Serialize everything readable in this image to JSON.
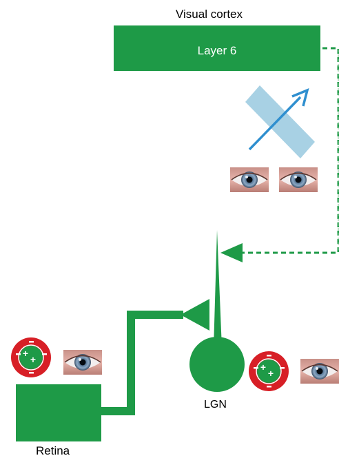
{
  "title": "Visual cortex",
  "layer_label": "Layer 6",
  "lgn_label": "LGN",
  "retina_label": "Retina",
  "colors": {
    "neuron_green": "#1e9a47",
    "pathway_blue": "#2f8fcf",
    "filter_blue": "#a8d1e4",
    "field_red": "#d71f26",
    "sign_white": "#ffffff"
  },
  "icons": {
    "eye": "eye-photo-icon",
    "receptive_field": "center-surround-field-icon",
    "orientation_bar": "oriented-bar-icon",
    "arrow": "motion-direction-arrow-icon"
  },
  "center_signs": "+ +",
  "surround_signs": "− − − −"
}
